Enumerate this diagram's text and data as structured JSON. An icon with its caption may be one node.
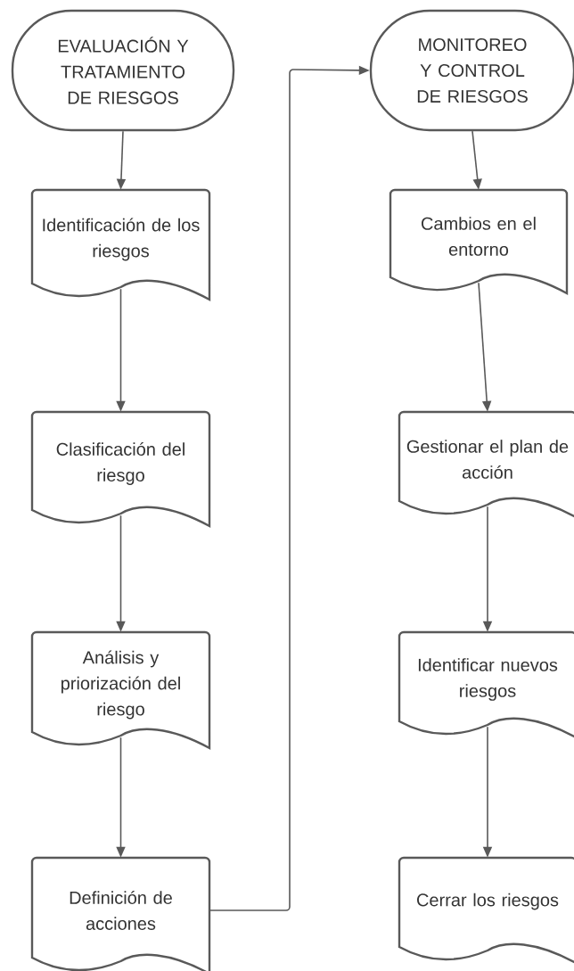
{
  "diagram": {
    "nodes": [
      {
        "text": [
          "EVALUACIÓN Y TRATAMIENTO DE RIESGOS"
        ]
      },
      {
        "text": [
          "Identificación de los riesgos"
        ]
      },
      {
        "text": [
          "Clasificación del riesgo"
        ]
      },
      {
        "text": [
          "Análisis y priorización del riesgo"
        ]
      },
      {
        "text": [
          "Definición de acciones"
        ]
      },
      {
        "text": [
          "MONITOREO Y CONTROL DE RIESGOS"
        ]
      },
      {
        "text": [
          "Cambios en el entorno"
        ]
      },
      {
        "text": [
          "Gestionar el plan de acción"
        ]
      },
      {
        "text": [
          "Identificar nuevos riesgos"
        ]
      },
      {
        "text": [
          "Cerrar los riesgos"
        ]
      }
    ],
    "edges": [
      {
        "from": 0,
        "to": 1,
        "arrow": "to"
      },
      {
        "from": 1,
        "to": 2,
        "arrow": "to"
      },
      {
        "from": 2,
        "to": 3,
        "arrow": "to"
      },
      {
        "from": 3,
        "to": 4,
        "arrow": "to"
      },
      {
        "from": 4,
        "to": 5,
        "arrow": "to"
      },
      {
        "from": 5,
        "to": 6,
        "arrow": "to"
      },
      {
        "from": 6,
        "to": 7,
        "arrow": "to"
      },
      {
        "from": 7,
        "to": 8,
        "arrow": "to"
      },
      {
        "from": 8,
        "to": 9,
        "arrow": "to"
      }
    ]
  }
}
